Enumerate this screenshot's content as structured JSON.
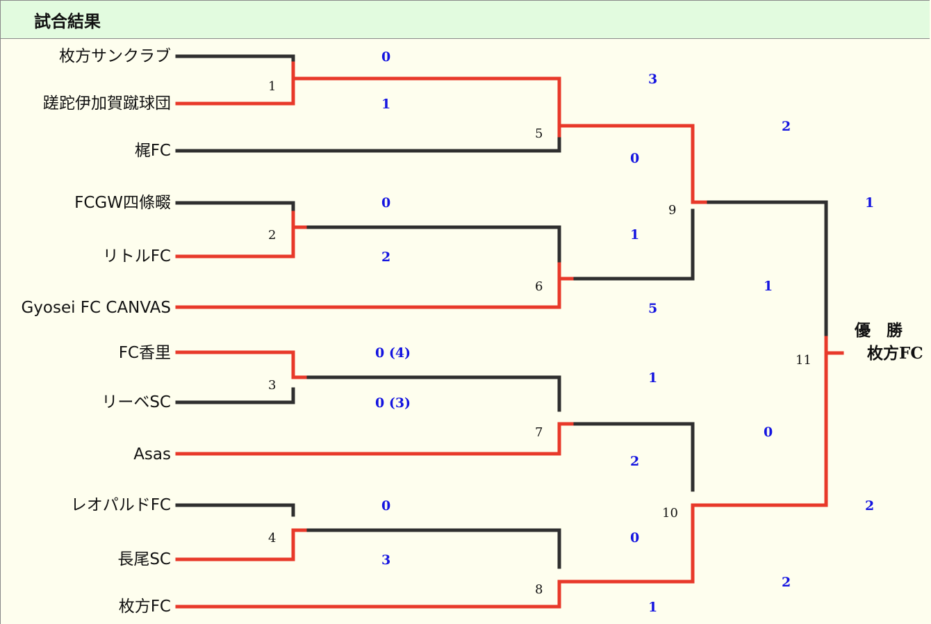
{
  "header": {
    "title": "試合結果"
  },
  "teams": [
    "枚方サンクラブ",
    "蹉跎伊加賀蹴球団",
    "梶FC",
    "FCGW四條畷",
    "リトルFC",
    "Gyosei FC CANVAS",
    "FC香里",
    "リーベSC",
    "Asas",
    "レオパルドFC",
    "長尾SC",
    "枚方FC"
  ],
  "matches": [
    {
      "no": "1",
      "score_top": "0",
      "score_bottom": "1"
    },
    {
      "no": "2",
      "score_top": "0",
      "score_bottom": "2"
    },
    {
      "no": "3",
      "score_top": "0 (4)",
      "score_bottom": "0 (3)"
    },
    {
      "no": "4",
      "score_top": "0",
      "score_bottom": "3"
    },
    {
      "no": "5",
      "score_top": "3",
      "score_bottom": "0"
    },
    {
      "no": "6",
      "score_top": "1",
      "score_bottom": "5"
    },
    {
      "no": "7",
      "score_top": "1",
      "score_bottom": "2"
    },
    {
      "no": "8",
      "score_top": "0",
      "score_bottom": "1"
    },
    {
      "no": "9",
      "score_top": "2",
      "score_bottom": "1"
    },
    {
      "no": "10",
      "score_top": "0",
      "score_bottom": "2"
    },
    {
      "no": "11",
      "score_top": "1",
      "score_bottom": "2"
    }
  ],
  "champion": {
    "label": "優　勝",
    "team": "枚方FC"
  },
  "colors": {
    "winner_line": "#e8392a",
    "loser_line": "#2f2f2f",
    "score_text": "#1414e0",
    "header_bg": "#e2fbdf",
    "page_bg": "#fefeee"
  }
}
